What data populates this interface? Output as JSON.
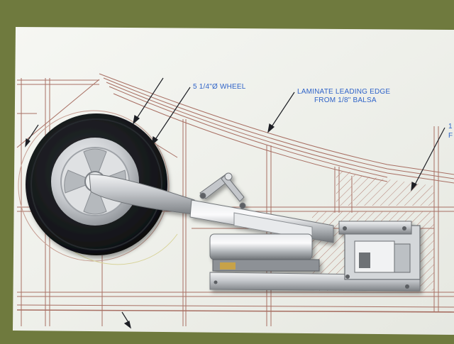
{
  "photo": {
    "subject": "Model aircraft retractable main landing gear (aluminum strut, air cylinder and wheel) resting on a wing plan drawing"
  },
  "plan_callouts": {
    "wheel": "5 1/4\"Ø WHEEL",
    "leading_edge_line1": "LAMINATE LEADING EDGE",
    "leading_edge_line2": "FROM 1/8\" BALSA",
    "cut_off_1": "1",
    "cut_off_2": "F"
  },
  "colors": {
    "background_felt": "#6f7a3e",
    "paper": "#f1f2ee",
    "plan_lines": "#a86f63",
    "callout_text": "#2f63c8",
    "tire": "#17191c",
    "aluminum": "#c9ccd0"
  }
}
